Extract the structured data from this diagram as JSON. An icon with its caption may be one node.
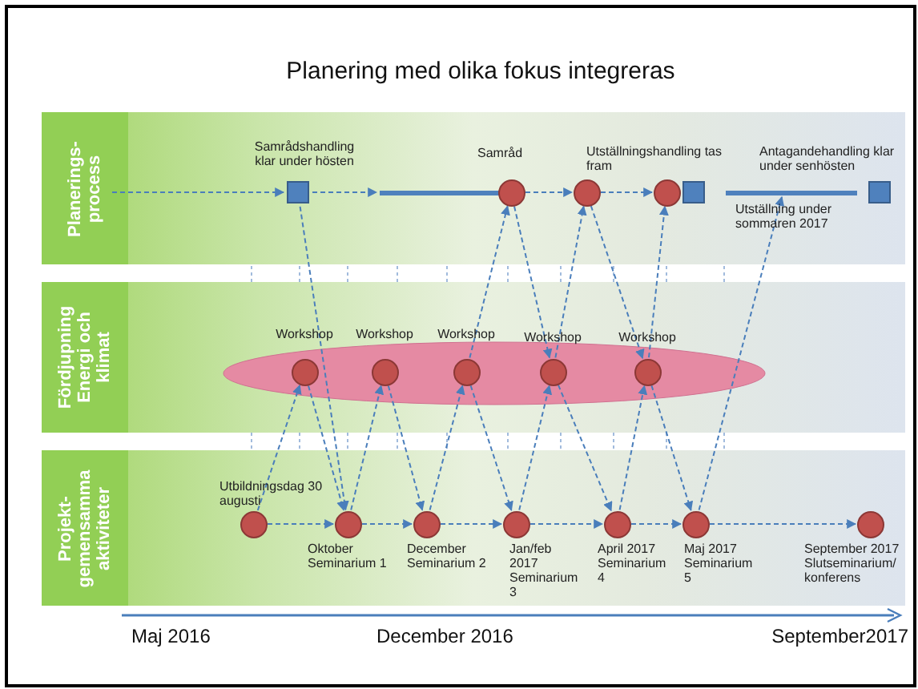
{
  "diagram": {
    "title": "Planering med olika fokus integreras",
    "nodes": [
      {
        "text": [
          "Planerings- process"
        ]
      },
      {
        "text": [
          "Samrådshandling klar under hösten"
        ],
        "in": 0
      },
      {
        "text": [],
        "shape": "bar",
        "in": 0
      },
      {
        "text": [
          "Samråd"
        ],
        "in": 0
      },
      {
        "text": [],
        "shape": "circle",
        "in": 0
      },
      {
        "text": [],
        "shape": "circle",
        "in": 0
      },
      {
        "text": [
          "Utställningshandling tas fram"
        ],
        "in": 0
      },
      {
        "text": [],
        "shape": "bar",
        "in": 0,
        "beside": [
          "Utställning under sommaren 2017"
        ]
      },
      {
        "text": [
          "Antagandehandling klar under senhösten"
        ],
        "in": 0
      },
      {
        "text": [
          "Fördjupning Energi och klimat"
        ]
      },
      {
        "text": [],
        "shape": "ellipse",
        "in": 9
      },
      {
        "text": [
          "Workshop"
        ],
        "in": 10
      },
      {
        "text": [
          "Workshop"
        ],
        "in": 10
      },
      {
        "text": [
          "Workshop"
        ],
        "in": 10
      },
      {
        "text": [
          "Workshop"
        ],
        "in": 10
      },
      {
        "text": [
          "Workshop"
        ],
        "in": 10
      },
      {
        "text": [
          "Projekt- gemensamma aktiviteter"
        ]
      },
      {
        "text": [
          "Utbildningsdag 30 augusti"
        ],
        "in": 16
      },
      {
        "text": [
          "Oktober Seminarium 1"
        ],
        "in": 16
      },
      {
        "text": [
          "December Seminarium 2"
        ],
        "in": 16
      },
      {
        "text": [
          "Jan/feb 2017 Seminarium 3"
        ],
        "in": 16
      },
      {
        "text": [
          "April 2017 Seminarium 4"
        ],
        "in": 16
      },
      {
        "text": [
          "Maj 2017 Seminarium 5"
        ],
        "in": 16
      },
      {
        "text": [
          "September 2017 Slutseminarium/ konferens"
        ],
        "in": 16
      }
    ],
    "edges": [
      {
        "from": null,
        "to": 1,
        "arrow": "to",
        "style": "dashed"
      },
      {
        "from": 1,
        "to": 2,
        "arrow": "to",
        "style": "dashed"
      },
      {
        "from": 3,
        "to": 4,
        "arrow": "to",
        "style": "dashed"
      },
      {
        "from": 4,
        "to": 5,
        "arrow": "to",
        "style": "dashed"
      },
      {
        "from": 17,
        "to": 18,
        "arrow": "to",
        "style": "dashed"
      },
      {
        "from": 18,
        "to": 19,
        "arrow": "to",
        "style": "dashed"
      },
      {
        "from": 19,
        "to": 20,
        "arrow": "to",
        "style": "dashed"
      },
      {
        "from": 20,
        "to": 21,
        "arrow": "to",
        "style": "dashed"
      },
      {
        "from": 21,
        "to": 22,
        "arrow": "to",
        "style": "dashed"
      },
      {
        "from": 22,
        "to": 23,
        "arrow": "to",
        "style": "dashed"
      },
      {
        "from": 1,
        "to": 18,
        "arrow": "to",
        "style": "dashed"
      },
      {
        "from": 11,
        "to": 18,
        "arrow": "to",
        "style": "dashed"
      },
      {
        "from": 17,
        "to": 11,
        "arrow": "to",
        "style": "dashed"
      },
      {
        "from": 18,
        "to": 12,
        "arrow": "to",
        "style": "dashed"
      },
      {
        "from": 12,
        "to": 19,
        "arrow": "to",
        "style": "dashed"
      },
      {
        "from": 19,
        "to": 13,
        "arrow": "to",
        "style": "dashed"
      },
      {
        "from": 13,
        "to": 3,
        "arrow": "to",
        "style": "dashed"
      },
      {
        "from": 3,
        "to": 14,
        "arrow": "to",
        "style": "dashed"
      },
      {
        "from": 13,
        "to": 20,
        "arrow": "to",
        "style": "dashed"
      },
      {
        "from": 20,
        "to": 14,
        "arrow": "to",
        "style": "dashed"
      },
      {
        "from": 14,
        "to": 4,
        "arrow": "to",
        "style": "dashed"
      },
      {
        "from": 4,
        "to": 15,
        "arrow": "to",
        "style": "dashed"
      },
      {
        "from": 14,
        "to": 21,
        "arrow": "to",
        "style": "dashed"
      },
      {
        "from": 21,
        "to": 15,
        "arrow": "to",
        "style": "dashed"
      },
      {
        "from": 15,
        "to": 5,
        "arrow": "to",
        "style": "dashed"
      },
      {
        "from": 15,
        "to": 22,
        "arrow": "to",
        "style": "dashed"
      },
      {
        "from": 22,
        "to": 7,
        "arrow": "to",
        "style": "dashed"
      }
    ],
    "labels": [
      "Maj 2016",
      "December 2016",
      "September2017"
    ]
  }
}
